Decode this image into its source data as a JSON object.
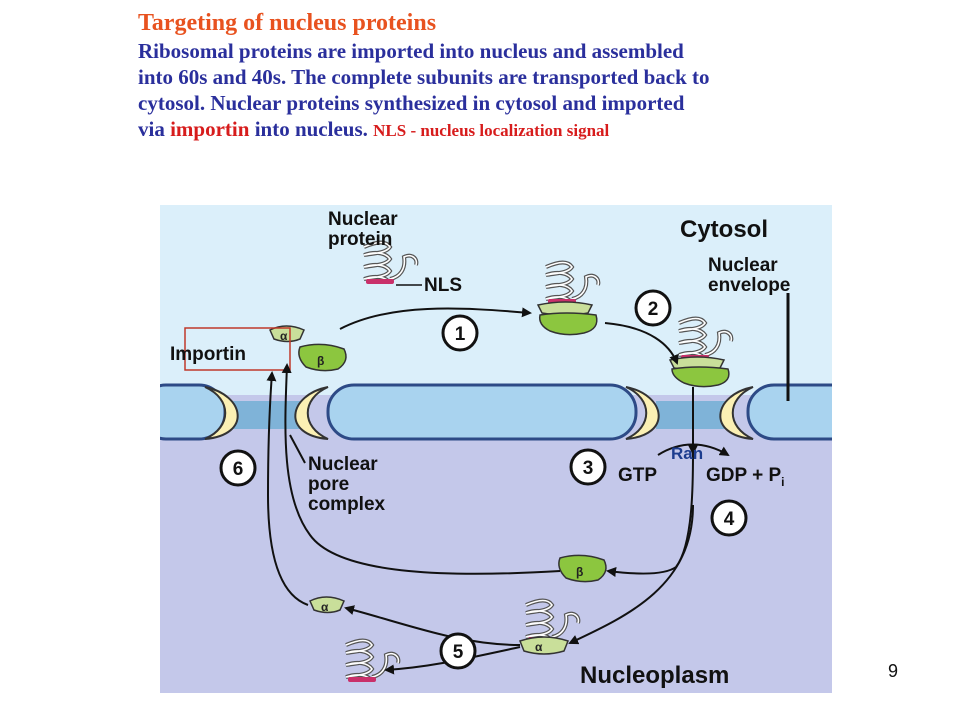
{
  "title": "Targeting of nucleus proteins",
  "body": {
    "line1": "Ribosomal proteins are imported into nucleus and assembled",
    "line2": "into 60s and 40s. The complete subunits are transported back to",
    "line3": "cytosol. Nuclear proteins synthesized in cytosol and imported",
    "line4_prefix": "via ",
    "line4_importin": "importin",
    "line4_mid": " into nucleus. ",
    "line4_nls": "NLS - nucleus localization signal"
  },
  "diagram": {
    "cytosol_label": "Cytosol",
    "nucleoplasm_label": "Nucleoplasm",
    "nuclear_protein_label": [
      "Nuclear",
      "protein"
    ],
    "nls_label": "NLS",
    "nuclear_envelope_label": [
      "Nuclear",
      "envelope"
    ],
    "importin_label": "Importin",
    "npc_label": [
      "Nuclear",
      "pore",
      "complex"
    ],
    "ran_label": "Ran",
    "gtp_label": "GTP",
    "gdp_label": "GDP + P",
    "gdp_subscript": "i",
    "alpha_symbol": "α",
    "beta_symbol": "β",
    "steps": [
      "1",
      "2",
      "3",
      "4",
      "5",
      "6"
    ],
    "colors": {
      "cytosol": "#dbeffa",
      "nucleoplasm": "#c4c8ea",
      "membrane": "#a9d3ef",
      "pore": "#fbf0b4",
      "beta": "#8cc63f",
      "alpha": "#c9df9a",
      "nls": "#c9306a",
      "highlight_box": "#c0392b"
    }
  },
  "page_number": "9"
}
